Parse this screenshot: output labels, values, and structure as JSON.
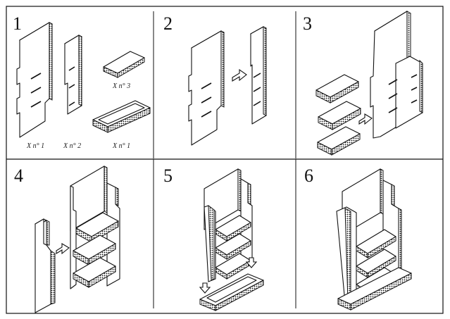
{
  "panels": [
    {
      "number": "1",
      "captions": [
        "X n° 3",
        "X n° 1",
        "X n° 2",
        "X n° 1"
      ]
    },
    {
      "number": "2"
    },
    {
      "number": "3"
    },
    {
      "number": "4"
    },
    {
      "number": "5"
    },
    {
      "number": "6"
    }
  ]
}
